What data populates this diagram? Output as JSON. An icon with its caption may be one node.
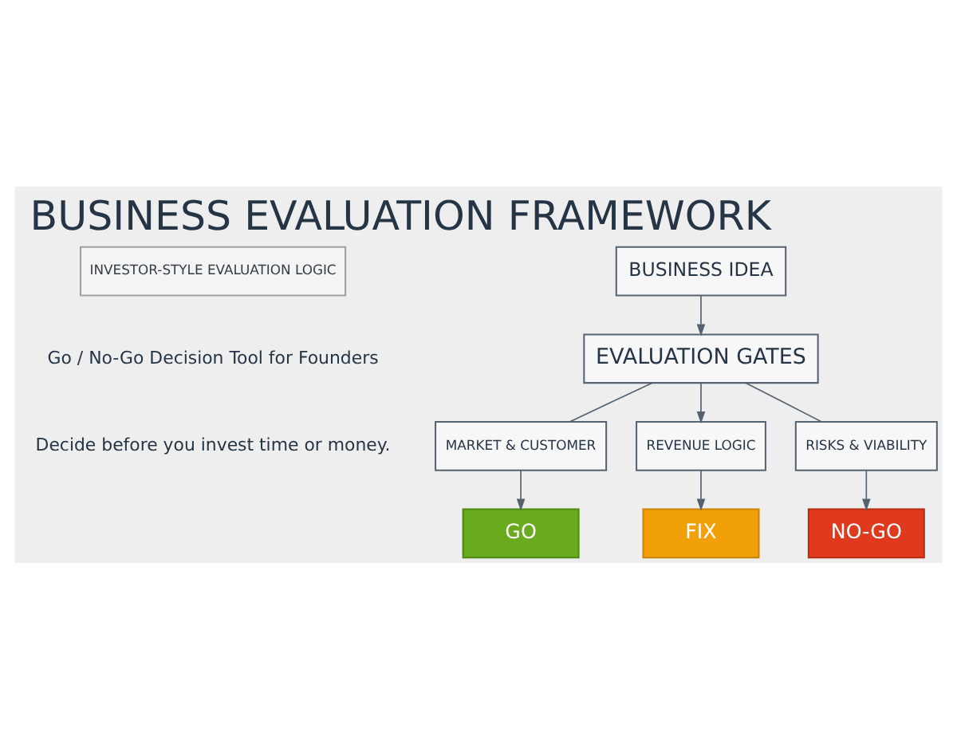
{
  "diagram": {
    "title": "BUSINESS EVALUATION FRAMEWORK",
    "nodes": [
      {
        "text": [
          "INVESTOR-STYLE EVALUATION LOGIC"
        ]
      },
      {
        "text": [
          "BUSINESS IDEA"
        ]
      },
      {
        "text": [
          "EVALUATION GATES"
        ]
      },
      {
        "text": [
          "MARKET & CUSTOMER"
        ]
      },
      {
        "text": [
          "REVENUE LOGIC"
        ]
      },
      {
        "text": [
          "RISKS & VIABILITY"
        ]
      },
      {
        "text": [
          "GO"
        ]
      },
      {
        "text": [
          "FIX"
        ]
      },
      {
        "text": [
          "NO-GO"
        ]
      }
    ],
    "edges": [
      {
        "from": 1,
        "to": 2,
        "arrow": "to"
      },
      {
        "from": 2,
        "to": 3,
        "arrow": "none"
      },
      {
        "from": 2,
        "to": 4,
        "arrow": "to"
      },
      {
        "from": 2,
        "to": 5,
        "arrow": "none"
      },
      {
        "from": 3,
        "to": 6,
        "arrow": "to"
      },
      {
        "from": 4,
        "to": 7,
        "arrow": "to"
      },
      {
        "from": 5,
        "to": 8,
        "arrow": "to"
      }
    ],
    "labels": [
      "Go / No-Go Decision Tool for Founders",
      "Decide before you invest time or money."
    ]
  }
}
